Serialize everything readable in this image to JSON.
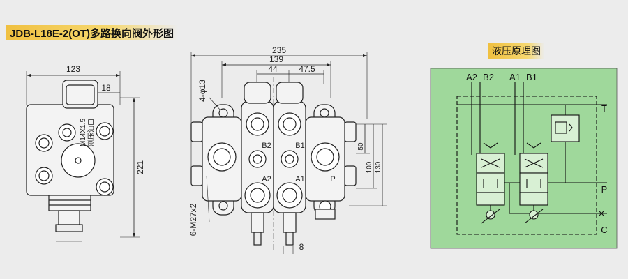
{
  "title": "JDB-L18E-2(OT)多路换向阀外形图",
  "hydraulic_title": "液压原理图",
  "side_view": {
    "dim_width": "123",
    "dim_small": "18",
    "dim_height": "221",
    "thread_label": "M14X1.5",
    "port_label": "测压油口"
  },
  "front_view": {
    "dim_total": "235",
    "dim_139": "139",
    "dim_44": "44",
    "dim_47_5": "47.5",
    "hole_label": "4-φ13",
    "thread_label": "6-M27x2",
    "dim_8": "8",
    "dim_50": "50",
    "dim_100": "100",
    "dim_130": "130",
    "ports": [
      "B2",
      "B1",
      "A2",
      "A1",
      "P"
    ]
  },
  "schematic": {
    "top_ports": [
      "A2",
      "B2",
      "A1",
      "B1"
    ],
    "right_ports": [
      "T",
      "P",
      "C"
    ],
    "bg_color": "#9fd89b"
  }
}
